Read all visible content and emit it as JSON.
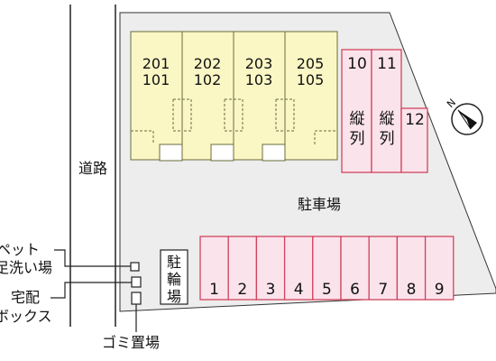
{
  "colors": {
    "lot": "#ededed",
    "building": "#fbf7c5",
    "building_stroke": "#6b6b3a",
    "parking": "#fbe3ec",
    "parking_stroke": "#d0455e",
    "line": "#222222"
  },
  "road": {
    "label": "道路"
  },
  "parking_lot": {
    "label": "駐車場"
  },
  "building": {
    "units": [
      {
        "upper": "201",
        "lower": "101"
      },
      {
        "upper": "202",
        "lower": "102"
      },
      {
        "upper": "203",
        "lower": "103"
      },
      {
        "upper": "205",
        "lower": "105"
      }
    ]
  },
  "parking_top": [
    {
      "number": "10",
      "note": "縦列"
    },
    {
      "number": "11",
      "note": "縦列"
    },
    {
      "number": "12",
      "note": ""
    }
  ],
  "parking_bottom": [
    "1",
    "2",
    "3",
    "4",
    "5",
    "6",
    "7",
    "8",
    "9"
  ],
  "bicycle_parking": {
    "label": "駐輪場"
  },
  "facilities": {
    "pet_wash": {
      "line1": "ペット",
      "line2": "足洗い場"
    },
    "delivery_box": {
      "line1": "宅配",
      "line2": "ボックス"
    },
    "garbage": {
      "label": "ゴミ置場"
    }
  },
  "compass": {
    "label": "N",
    "icon": "compass-icon"
  }
}
